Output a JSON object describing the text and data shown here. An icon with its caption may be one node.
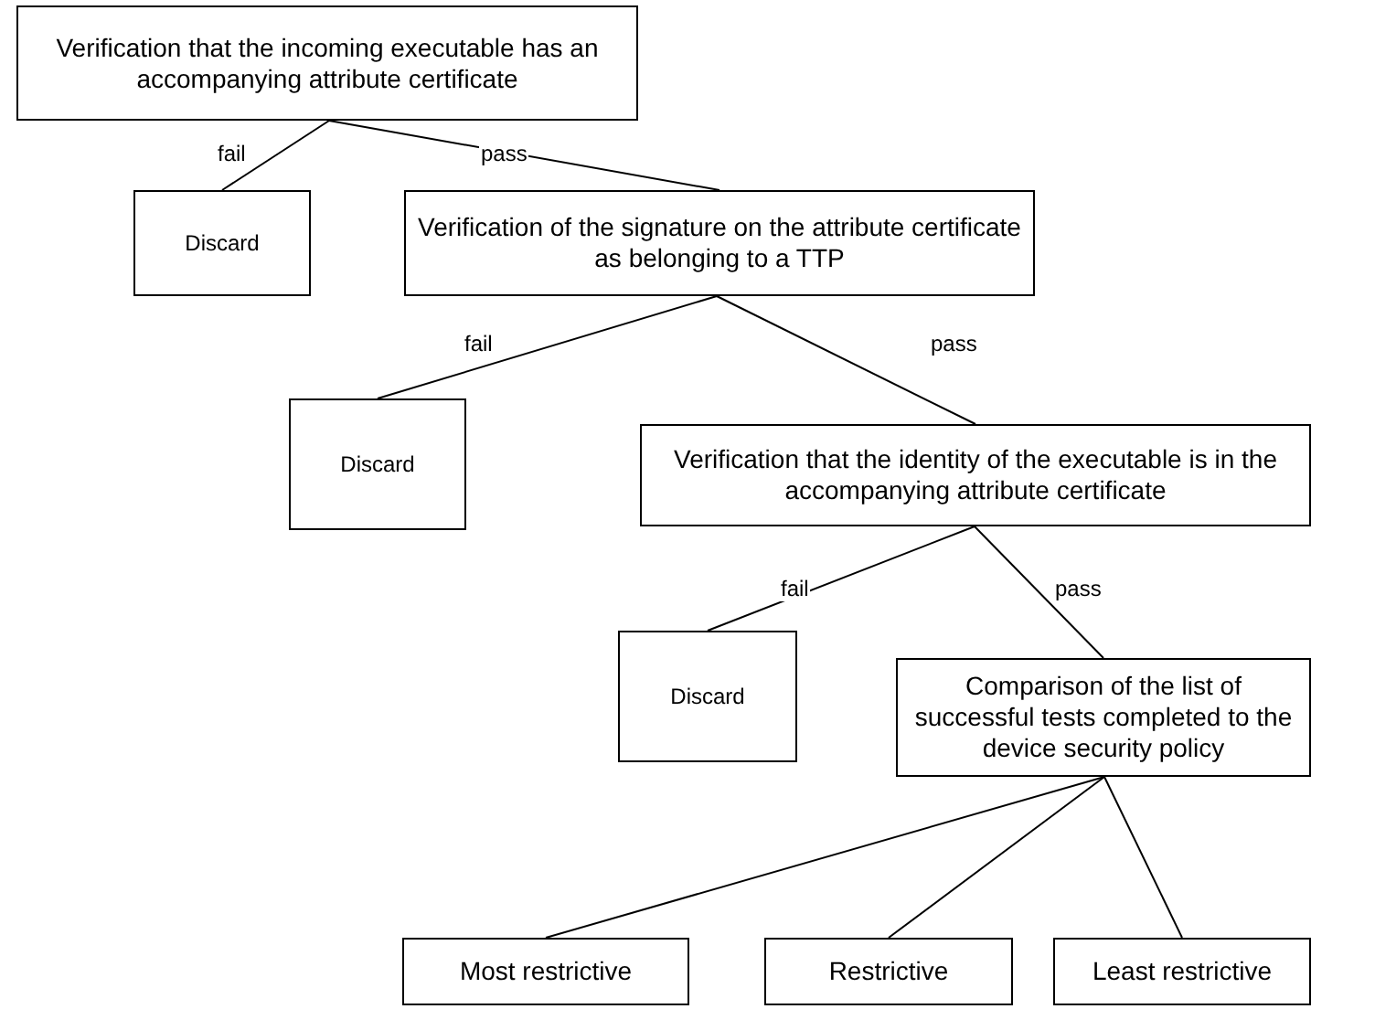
{
  "diagram": {
    "nodes": [
      {
        "text": [
          "Verification that the incoming executable has an accompanying attribute certificate"
        ]
      },
      {
        "text": [
          "Discard"
        ]
      },
      {
        "text": [
          "Verification of the signature on the attribute certificate as belonging to a TTP"
        ]
      },
      {
        "text": [
          "Discard"
        ]
      },
      {
        "text": [
          "Verification that the identity of the executable is in the accompanying attribute certificate"
        ]
      },
      {
        "text": [
          "Discard"
        ]
      },
      {
        "text": [
          "Comparison of the list of successful tests completed to the device security policy"
        ]
      },
      {
        "text": [
          "Most restrictive"
        ]
      },
      {
        "text": [
          "Restrictive"
        ]
      },
      {
        "text": [
          "Least restrictive"
        ]
      }
    ],
    "edges": [
      {
        "from": 0,
        "to": 1,
        "arrow": "none",
        "label": "fail"
      },
      {
        "from": 0,
        "to": 2,
        "arrow": "none",
        "label": "pass"
      },
      {
        "from": 2,
        "to": 3,
        "arrow": "none",
        "label": "fail"
      },
      {
        "from": 2,
        "to": 4,
        "arrow": "none",
        "label": "pass"
      },
      {
        "from": 4,
        "to": 5,
        "arrow": "none",
        "label": "fail"
      },
      {
        "from": 4,
        "to": 6,
        "arrow": "none",
        "label": "pass"
      },
      {
        "from": 6,
        "to": 7,
        "arrow": "none"
      },
      {
        "from": 6,
        "to": 8,
        "arrow": "none"
      },
      {
        "from": 6,
        "to": 9,
        "arrow": "none"
      }
    ]
  }
}
